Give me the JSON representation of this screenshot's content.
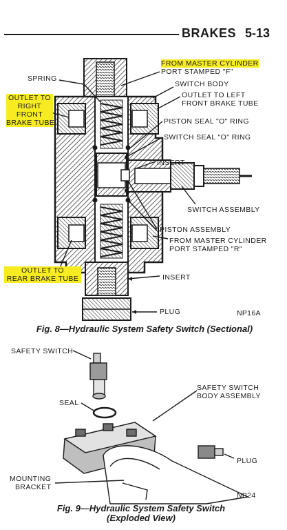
{
  "header": {
    "section": "BRAKES",
    "page": "5-13"
  },
  "fig8": {
    "labels": {
      "from_master_f": [
        "FROM MASTER CYLINDER",
        "PORT STAMPED \"F\""
      ],
      "spring": "SPRING",
      "switch_body": "SWITCH BODY",
      "outlet_left": [
        "OUTLET TO LEFT",
        "FRONT BRAKE TUBE"
      ],
      "outlet_right": [
        "OUTLET TO",
        "RIGHT",
        "FRONT",
        "BRAKE TUBE"
      ],
      "piston_seal": "PISTON SEAL \"O\" RING",
      "switch_seal": "SWITCH SEAL \"O\" RING",
      "insert_top": "INSERT",
      "switch_assembly": "SWITCH ASSEMBLY",
      "piston_assembly": "PISTON ASSEMBLY",
      "from_master_r": [
        "FROM MASTER CYLINDER",
        "PORT STAMPED \"R\""
      ],
      "outlet_rear": [
        "OUTLET TO",
        "REAR BRAKE TUBE"
      ],
      "insert_bottom": "INSERT",
      "plug": "PLUG"
    },
    "code": "NP16A",
    "caption": "Fig. 8—Hydraulic System Safety Switch (Sectional)"
  },
  "fig9": {
    "labels": {
      "safety_switch": "SAFETY SWITCH",
      "body_assembly": [
        "SAFETY SWITCH",
        "BODY ASSEMBLY"
      ],
      "seal": "SEAL",
      "plug": "PLUG",
      "mounting_bracket": [
        "MOUNTING",
        "BRACKET"
      ]
    },
    "code": "NP24",
    "caption": [
      "Fig. 9—Hydraulic System Safety Switch",
      "(Exploded View)"
    ]
  },
  "colors": {
    "highlight": "#f7ec21",
    "ink": "#1a1a1a",
    "hatch": "#3a3a3a"
  }
}
